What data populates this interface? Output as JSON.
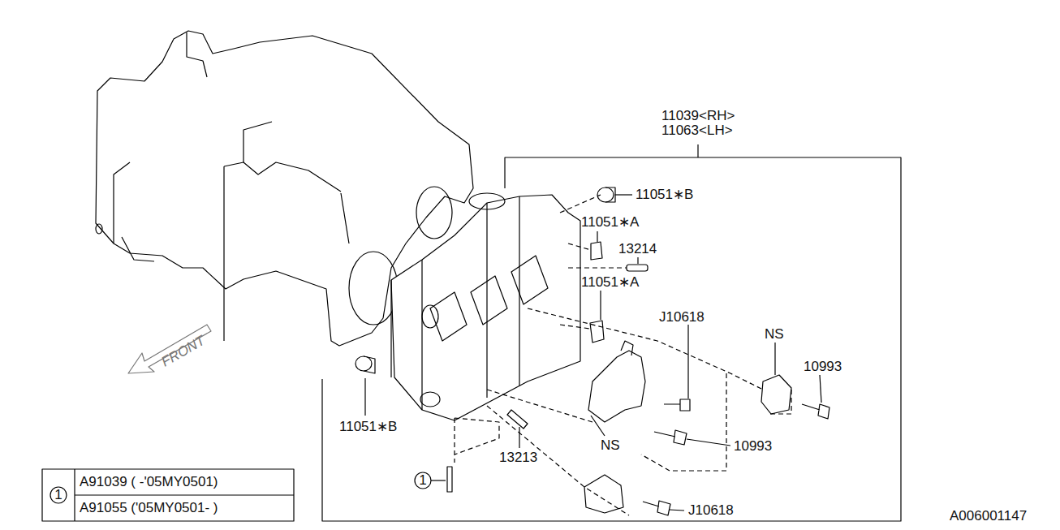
{
  "diagram": {
    "labels": [
      "11039<RH>",
      "11063<LH>",
      "11051∗B",
      "11051∗A",
      "13214",
      "11051∗A",
      "J10618",
      "NS",
      "10993",
      "11051∗B",
      "10993",
      "13213",
      "NS",
      "J10618",
      "1",
      "1",
      "A91039 ( -'05MY0501)",
      "A91055 ('05MY0501- )",
      "A006001147",
      "FRONT"
    ]
  }
}
